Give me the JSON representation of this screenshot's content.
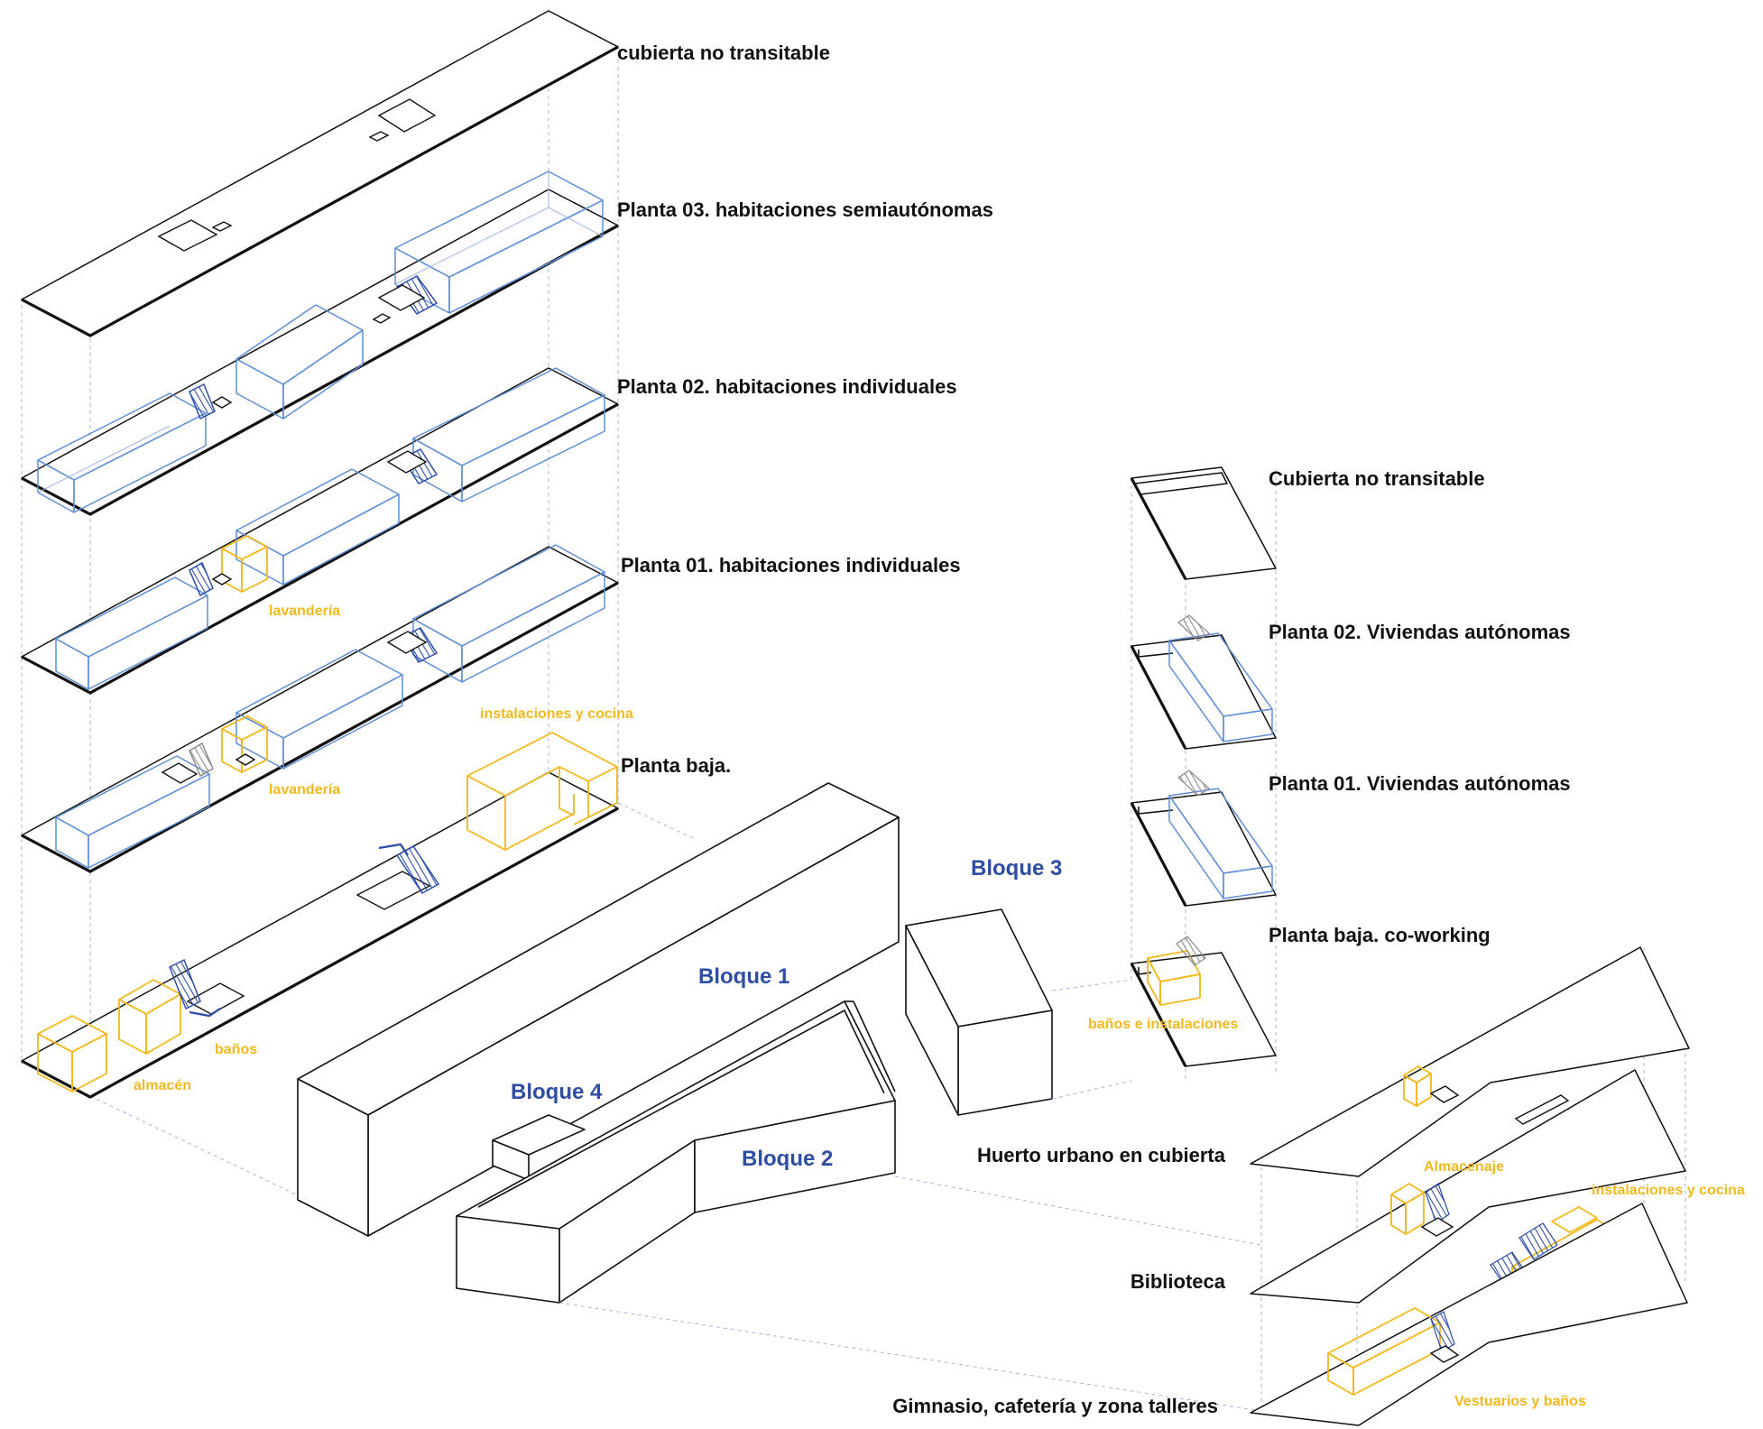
{
  "colors": {
    "label": "#111111",
    "block_label": "#2d4ea3",
    "service_label": "#f2b81c",
    "program_volume_blue": "#5f8fd6",
    "service_volume_yellow": "#f2b81c",
    "stairs": "#2e4fa8",
    "projection_lines": "#a8b3de"
  },
  "icons": [
    "stair-icon",
    "void-opening-icon"
  ],
  "block1": {
    "level_labels": [
      "cubierta no transitable",
      "Planta 03. habitaciones semiautónomas",
      "Planta 02. habitaciones individuales",
      "Planta 01. habitaciones individuales",
      "Planta baja."
    ],
    "service_labels": {
      "lavanderia_1": "lavandería",
      "lavanderia_2": "lavandería",
      "instalaciones": "instalaciones y cocina",
      "banos": "baños",
      "almacen": "almacén"
    }
  },
  "block3": {
    "level_labels": [
      "Cubierta no transitable",
      "Planta 02. Viviendas autónomas",
      "Planta 01. Viviendas autónomas",
      "Planta baja. co-working"
    ],
    "service_labels": {
      "banos": "baños e instalaciones"
    }
  },
  "block2": {
    "level_labels": [
      "Huerto urbano en cubierta",
      "Biblioteca",
      "Gimnasio, cafetería y zona talleres"
    ],
    "service_labels": {
      "almacenaje": "Almacenaje",
      "instalaciones": "instalaciones y cocina",
      "vestuarios": "Vestuarios y baños"
    }
  },
  "block_names": {
    "b1": "Bloque 1",
    "b2": "Bloque 2",
    "b3": "Bloque 3",
    "b4": "Bloque 4"
  }
}
